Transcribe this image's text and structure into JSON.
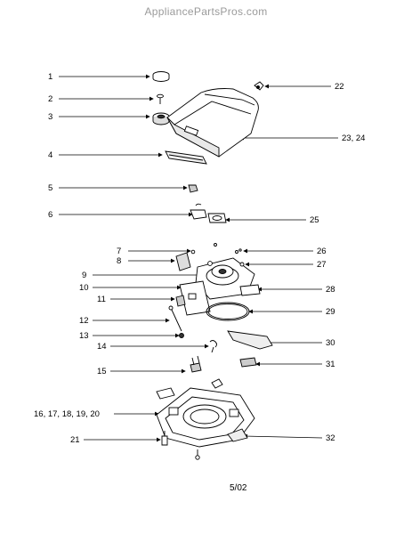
{
  "watermark": "AppliancePartsPros.com",
  "footer_code": "5/02",
  "callouts": {
    "c1": "1",
    "c2": "2",
    "c3": "3",
    "c4": "4",
    "c5": "5",
    "c6": "6",
    "c7": "7",
    "c8": "8",
    "c9": "9",
    "c10": "10",
    "c11": "11",
    "c12": "12",
    "c13": "13",
    "c14": "14",
    "c15": "15",
    "c16_20": "16, 17, 18, 19, 20",
    "c21": "21",
    "c22": "22",
    "c23_24": "23, 24",
    "c25": "25",
    "c26": "26",
    "c27": "27",
    "c28": "28",
    "c29": "29",
    "c30": "30",
    "c31": "31",
    "c32": "32"
  }
}
